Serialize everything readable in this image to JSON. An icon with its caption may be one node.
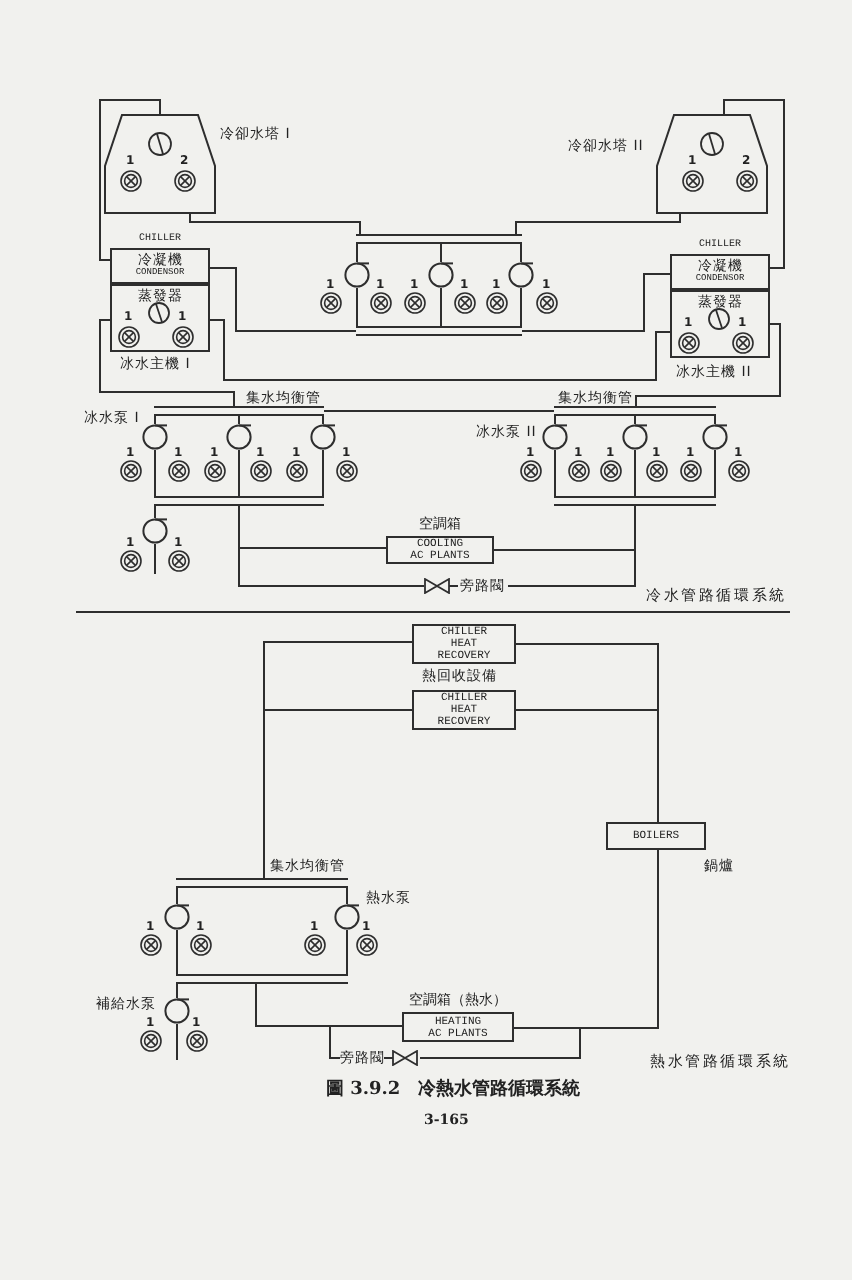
{
  "diagram": {
    "caption": "圖 3.9.2　冷熱水管路循環系統",
    "nodes": [
      {
        "text": [
          "冷卻水塔 I"
        ]
      },
      {
        "text": [
          "冷卻水塔 II"
        ]
      },
      {
        "text": [],
        "shape": "bar"
      },
      {
        "text": [
          "CHILLER",
          "冷凝機",
          "CONDENSOR"
        ]
      },
      {
        "text": [
          "CHILLER",
          "冷凝機",
          "CONDENSOR"
        ]
      },
      {
        "text": [],
        "shape": "circle"
      },
      {
        "text": [],
        "shape": "circle"
      },
      {
        "text": [],
        "shape": "circle"
      },
      {
        "text": [
          "蒸發器"
        ],
        "beside": [
          "冰水主機 I"
        ]
      },
      {
        "text": [
          "蒸發器"
        ],
        "beside": [
          "冰水主機 II"
        ]
      },
      {
        "text": [],
        "shape": "bar"
      },
      {
        "text": [],
        "shape": "bar",
        "beside": [
          "集水均衡管"
        ]
      },
      {
        "text": [],
        "shape": "bar",
        "beside": [
          "集水均衡管"
        ]
      },
      {
        "text": [],
        "shape": "circle",
        "beside": [
          "冰水泵 I"
        ]
      },
      {
        "text": [],
        "shape": "circle"
      },
      {
        "text": [],
        "shape": "circle"
      },
      {
        "text": [],
        "shape": "circle",
        "beside": [
          "冰水泵 II"
        ]
      },
      {
        "text": [],
        "shape": "circle"
      },
      {
        "text": [],
        "shape": "circle"
      },
      {
        "text": [],
        "shape": "bar"
      },
      {
        "text": [],
        "shape": "bar"
      },
      {
        "text": [],
        "shape": "circle"
      },
      {
        "text": [
          "空調箱",
          "COOLING AC PLANTS"
        ]
      },
      {
        "text": [
          "旁路閥"
        ]
      },
      {
        "text": [
          "CHILLER HEAT RECOVERY"
        ]
      },
      {
        "text": [
          "CHILLER HEAT RECOVERY"
        ]
      },
      {
        "text": [
          "BOILERS"
        ],
        "beside": [
          "鍋爐"
        ]
      },
      {
        "text": [],
        "shape": "bar",
        "beside": [
          "集水均衡管"
        ]
      },
      {
        "text": [],
        "shape": "circle"
      },
      {
        "text": [],
        "shape": "circle",
        "beside": [
          "熱水泵"
        ]
      },
      {
        "text": [],
        "shape": "bar"
      },
      {
        "text": [],
        "shape": "circle",
        "beside": [
          "補給水泵"
        ]
      },
      {
        "text": [
          "空調箱（熱水）",
          "HEATING AC PLANTS"
        ]
      },
      {
        "text": [
          "旁路閥"
        ]
      }
    ],
    "edges": [
      {
        "from": 0,
        "to": 3,
        "arrow": "none"
      },
      {
        "from": 0,
        "to": 2,
        "arrow": "none"
      },
      {
        "from": 1,
        "to": 2,
        "arrow": "none"
      },
      {
        "from": 1,
        "to": 4,
        "arrow": "none"
      },
      {
        "from": 2,
        "to": 5,
        "arrow": "none"
      },
      {
        "from": 2,
        "to": 6,
        "arrow": "none"
      },
      {
        "from": 2,
        "to": 7,
        "arrow": "none"
      },
      {
        "from": 5,
        "to": 10,
        "arrow": "none"
      },
      {
        "from": 6,
        "to": 10,
        "arrow": "none"
      },
      {
        "from": 7,
        "to": 10,
        "arrow": "none"
      },
      {
        "from": 10,
        "to": 3,
        "arrow": "none"
      },
      {
        "from": 10,
        "to": 4,
        "arrow": "none"
      },
      {
        "from": 8,
        "to": 11,
        "arrow": "none"
      },
      {
        "from": 8,
        "to": 9,
        "arrow": "none"
      },
      {
        "from": 9,
        "to": 12,
        "arrow": "none"
      },
      {
        "from": 11,
        "to": 12,
        "arrow": "none"
      },
      {
        "from": 11,
        "to": 13,
        "arrow": "none"
      },
      {
        "from": 11,
        "to": 14,
        "arrow": "none"
      },
      {
        "from": 11,
        "to": 15,
        "arrow": "none"
      },
      {
        "from": 13,
        "to": 19,
        "arrow": "none"
      },
      {
        "from": 14,
        "to": 19,
        "arrow": "none"
      },
      {
        "from": 15,
        "to": 19,
        "arrow": "none"
      },
      {
        "from": 12,
        "to": 16,
        "arrow": "none"
      },
      {
        "from": 12,
        "to": 17,
        "arrow": "none"
      },
      {
        "from": 12,
        "to": 18,
        "arrow": "none"
      },
      {
        "from": 16,
        "to": 20,
        "arrow": "none"
      },
      {
        "from": 17,
        "to": 20,
        "arrow": "none"
      },
      {
        "from": 18,
        "to": 20,
        "arrow": "none"
      },
      {
        "from": 19,
        "to": 21,
        "arrow": "none"
      },
      {
        "from": 19,
        "to": 22,
        "arrow": "none"
      },
      {
        "from": 22,
        "to": 20,
        "arrow": "none"
      },
      {
        "from": 19,
        "to": 23,
        "arrow": "none"
      },
      {
        "from": 23,
        "to": 20,
        "arrow": "none"
      },
      {
        "from": 24,
        "to": 27,
        "arrow": "none"
      },
      {
        "from": 25,
        "to": 27,
        "arrow": "none"
      },
      {
        "from": 24,
        "to": 26,
        "arrow": "none"
      },
      {
        "from": 25,
        "to": 26,
        "arrow": "none"
      },
      {
        "from": 27,
        "to": 28,
        "arrow": "none"
      },
      {
        "from": 27,
        "to": 29,
        "arrow": "none"
      },
      {
        "from": 28,
        "to": 30,
        "arrow": "none"
      },
      {
        "from": 29,
        "to": 30,
        "arrow": "none"
      },
      {
        "from": 30,
        "to": 31,
        "arrow": "none"
      },
      {
        "from": 30,
        "to": 32,
        "arrow": "none"
      },
      {
        "from": 32,
        "to": 26,
        "arrow": "none"
      },
      {
        "from": 30,
        "to": 33,
        "arrow": "none"
      },
      {
        "from": 33,
        "to": 26,
        "arrow": "none"
      }
    ],
    "labels": [
      "1",
      "2",
      "1",
      "2",
      "1",
      "1",
      "1",
      "1",
      "1",
      "1",
      "1",
      "1",
      "1",
      "1",
      "1",
      "1",
      "1",
      "1",
      "1",
      "1",
      "1",
      "1",
      "1",
      "1",
      "1",
      "1",
      "1",
      "1",
      "冷水管路循環系統",
      "熱回收設備",
      "1",
      "1",
      "1",
      "1",
      "1",
      "1",
      "熱水管路循環系統",
      "3-165"
    ]
  }
}
